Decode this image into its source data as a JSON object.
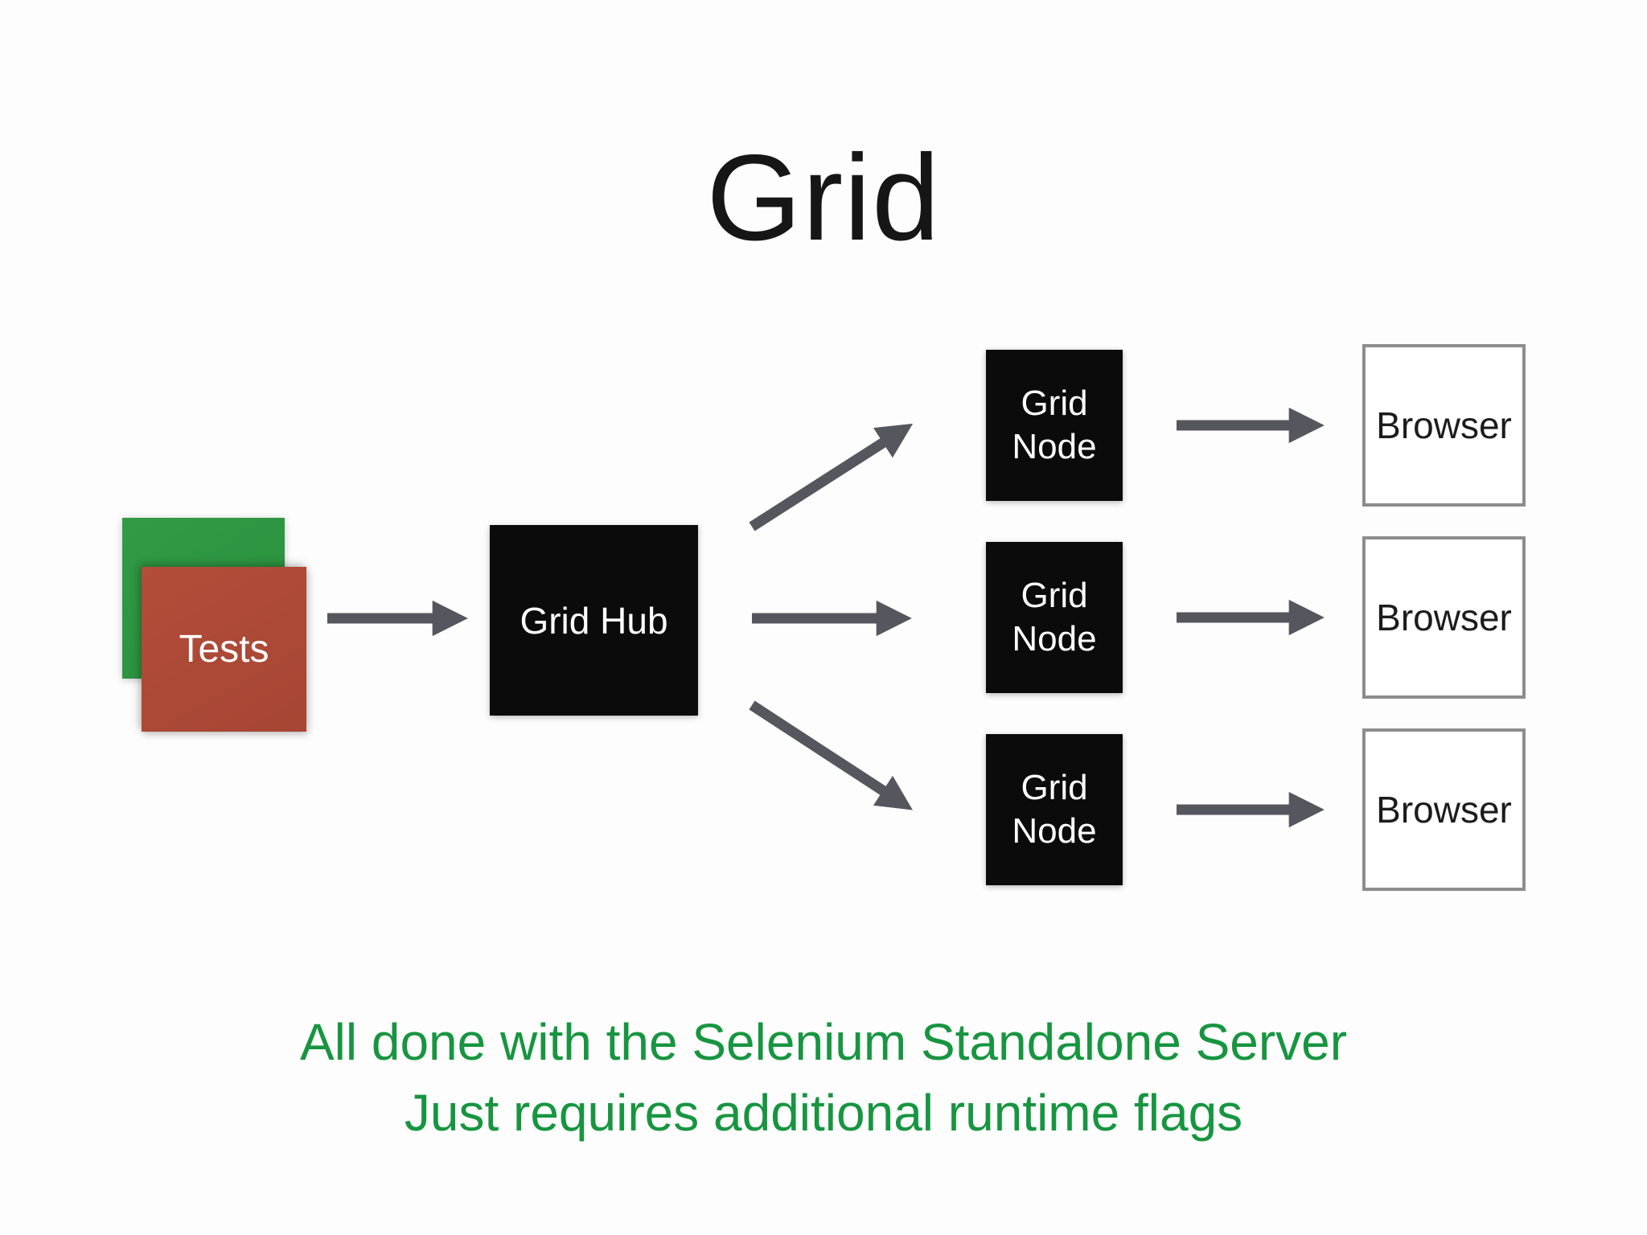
{
  "slide": {
    "title": "Grid",
    "caption": {
      "line1": "All done with the Selenium Standalone Server",
      "line2": "Just requires additional runtime flags",
      "color": "#179540"
    }
  },
  "diagram": {
    "tests": {
      "label": "Tests",
      "front_square_color": "#ad4936",
      "back_square_color": "#2e9641",
      "label_color": "#ffffff"
    },
    "hub": {
      "label": "Grid Hub",
      "color": "#0b0b0b",
      "label_color": "#ffffff"
    },
    "nodes": [
      {
        "line1": "Grid",
        "line2": "Node"
      },
      {
        "line1": "Grid",
        "line2": "Node"
      },
      {
        "line1": "Grid",
        "line2": "Node"
      }
    ],
    "browsers": [
      {
        "label": "Browser"
      },
      {
        "label": "Browser"
      },
      {
        "label": "Browser"
      }
    ],
    "browser_border_color": "#8d8d8d",
    "arrow_color": "#54575d",
    "title_color": "#161616",
    "background_color": "#fdfdfd"
  }
}
